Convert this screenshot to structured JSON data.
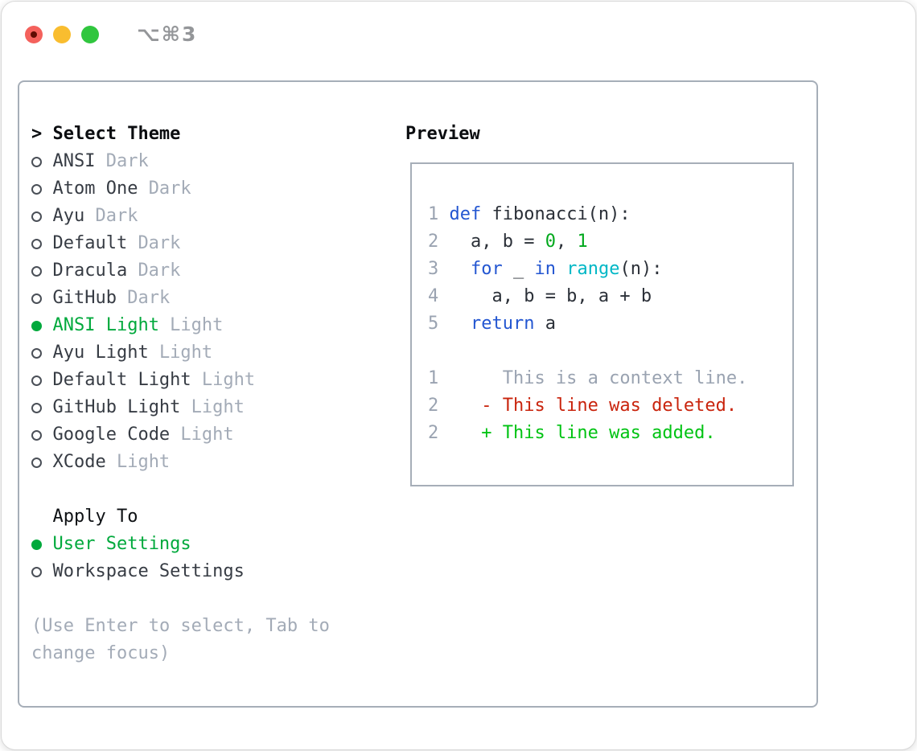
{
  "window": {
    "title": "⌥⌘3"
  },
  "colors": {
    "accent_green": "#00a93c",
    "added_green": "#00c313",
    "deleted_red": "#c9240d",
    "keyword_blue": "#2356d1",
    "builtin_cyan": "#00b7c6",
    "number_green": "#00a81c",
    "muted_gray": "#a3abb7",
    "border_gray": "#a6aeb8"
  },
  "theme_panel": {
    "header_prefix": ">",
    "header": "Select Theme",
    "items": [
      {
        "name": "ANSI",
        "variant": "Dark",
        "selected": false
      },
      {
        "name": "Atom One",
        "variant": "Dark",
        "selected": false
      },
      {
        "name": "Ayu",
        "variant": "Dark",
        "selected": false
      },
      {
        "name": "Default",
        "variant": "Dark",
        "selected": false
      },
      {
        "name": "Dracula",
        "variant": "Dark",
        "selected": false
      },
      {
        "name": "GitHub",
        "variant": "Dark",
        "selected": false
      },
      {
        "name": "ANSI Light",
        "variant": "Light",
        "selected": true
      },
      {
        "name": "Ayu Light",
        "variant": "Light",
        "selected": false
      },
      {
        "name": "Default Light",
        "variant": "Light",
        "selected": false
      },
      {
        "name": "GitHub Light",
        "variant": "Light",
        "selected": false
      },
      {
        "name": "Google Code",
        "variant": "Light",
        "selected": false
      },
      {
        "name": "XCode",
        "variant": "Light",
        "selected": false
      }
    ],
    "apply_to": {
      "header": "Apply To",
      "options": [
        {
          "label": "User Settings",
          "selected": true
        },
        {
          "label": "Workspace Settings",
          "selected": false
        }
      ]
    },
    "hint_lines": [
      "(Use Enter to select, Tab to",
      "change focus)"
    ]
  },
  "preview": {
    "header": "Preview",
    "code_lines": [
      {
        "num": "1",
        "tokens": [
          {
            "c": "kw",
            "t": "def"
          },
          {
            "c": "plain",
            "t": " fibonacci(n):"
          }
        ]
      },
      {
        "num": "2",
        "tokens": [
          {
            "c": "plain",
            "t": "  a, b = "
          },
          {
            "c": "numlit",
            "t": "0"
          },
          {
            "c": "plain",
            "t": ", "
          },
          {
            "c": "numlit",
            "t": "1"
          }
        ]
      },
      {
        "num": "3",
        "tokens": [
          {
            "c": "plain",
            "t": "  "
          },
          {
            "c": "kw",
            "t": "for"
          },
          {
            "c": "plain",
            "t": " _ "
          },
          {
            "c": "kw",
            "t": "in"
          },
          {
            "c": "plain",
            "t": " "
          },
          {
            "c": "builtin",
            "t": "range"
          },
          {
            "c": "plain",
            "t": "(n):"
          }
        ]
      },
      {
        "num": "4",
        "tokens": [
          {
            "c": "plain",
            "t": "    a, b = b, a + b"
          }
        ]
      },
      {
        "num": "5",
        "tokens": [
          {
            "c": "plain",
            "t": "  "
          },
          {
            "c": "kw",
            "t": "return"
          },
          {
            "c": "plain",
            "t": " a"
          }
        ]
      }
    ],
    "diff_lines": [
      {
        "num": "1",
        "type": "ctx",
        "text": "     This is a context line."
      },
      {
        "num": "2",
        "type": "del",
        "text": "   - This line was deleted."
      },
      {
        "num": "2",
        "type": "add",
        "text": "   + This line was added."
      }
    ]
  }
}
